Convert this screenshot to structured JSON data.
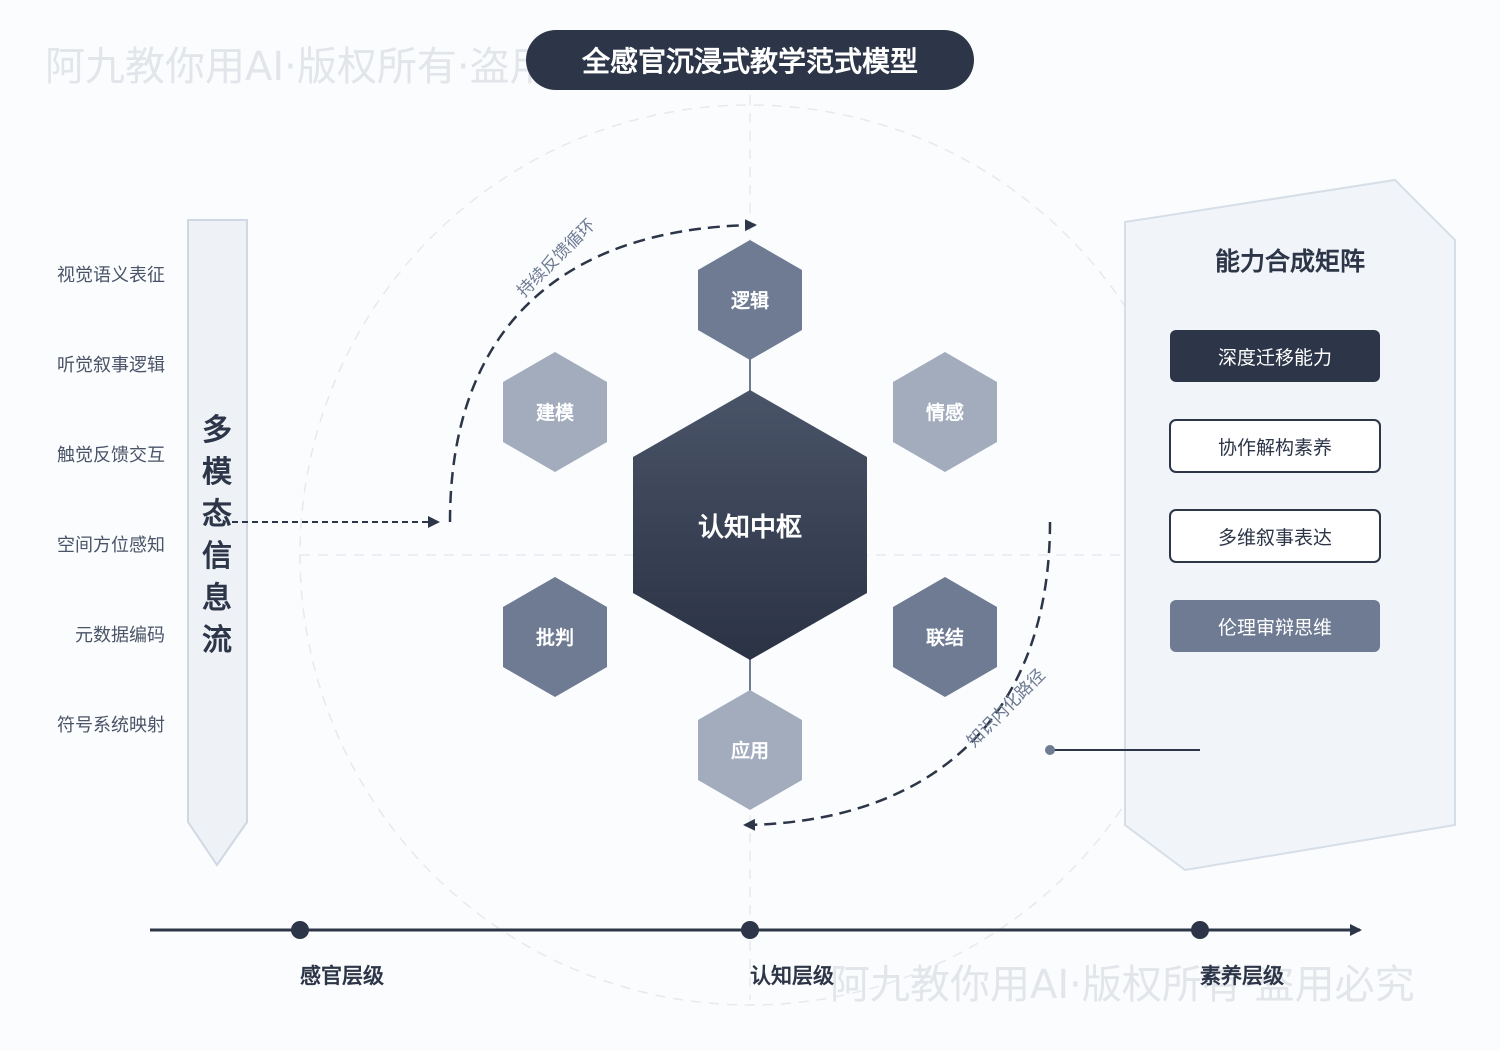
{
  "title": "全感官沉浸式教学范式模型",
  "watermark": "阿九教你用AI·版权所有·盗用必究",
  "inputs": {
    "items": [
      "视觉语义表征",
      "听觉叙事逻辑",
      "触觉反馈交互",
      "空间方位感知",
      "元数据编码",
      "符号系统映射"
    ],
    "stream_label": [
      "多",
      "模",
      "态",
      "信",
      "息",
      "流"
    ]
  },
  "core": {
    "label": "认知中枢",
    "nodes": [
      "逻辑",
      "情感",
      "联结",
      "应用",
      "批判",
      "建模"
    ]
  },
  "loops": {
    "feedback": "持续反馈循环",
    "internalize": "知识内化路径"
  },
  "matrix": {
    "title": "能力合成矩阵",
    "items": [
      "深度迁移能力",
      "协作解构素养",
      "多维叙事表达",
      "伦理审辩思维"
    ]
  },
  "axis": {
    "levels": [
      "感官层级",
      "认知层级",
      "素养层级"
    ]
  },
  "colors": {
    "dark": "#2d3648",
    "mid": "#6e7b93",
    "light": "#a2acbd",
    "pale": "#e9eef5"
  }
}
